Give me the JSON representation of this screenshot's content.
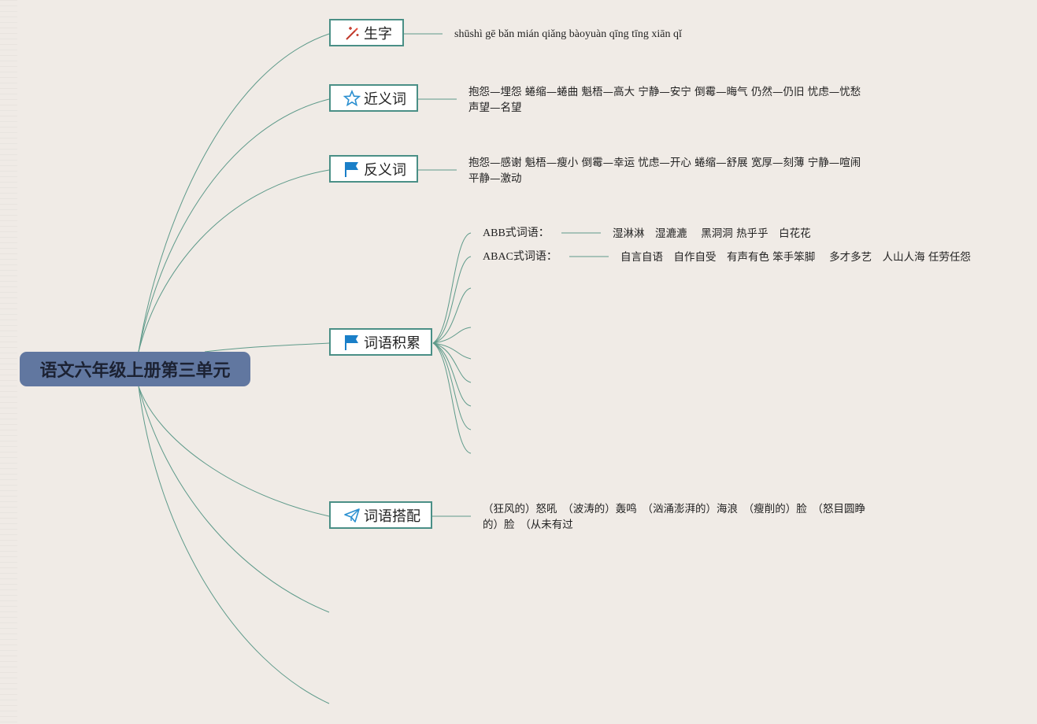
{
  "root": {
    "title": "语文六年级上册第三单元"
  },
  "branches": [
    {
      "label": "生字",
      "icon": "magic-wand-icon",
      "content": "shūshì gē bǎn mián qiǎng bàoyuàn qīng tīng xiān qǐ"
    },
    {
      "label": "近义词",
      "icon": "star-icon",
      "content": "抱怨—埋怨 蜷缩—蜷曲 魁梧—高大 宁静—安宁 倒霉—晦气 仍然—仍旧 忧虑—忧愁 声望—名望"
    },
    {
      "label": "反义词",
      "icon": "flag-icon",
      "content": "抱怨—感谢 魁梧—瘦小 倒霉—幸运 忧虑—开心 蜷缩—舒展 宽厚—刻薄 宁静—喧闹 平静—激动"
    },
    {
      "label": "词语积累",
      "icon": "flag-icon",
      "subitems": [
        {
          "label": "ABB式词语：",
          "content": "湿淋淋　湿漉漉　 黑洞洞 热乎乎　白花花"
        },
        {
          "label": "ABAC式词语：",
          "content": "自言自语　自作自受　有声有色 笨手笨脚　 多才多艺　人山人海 任劳任怨"
        }
      ]
    },
    {
      "label": "词语搭配",
      "icon": "paper-plane-icon",
      "content": "（狂风的）怒吼　（波涛的）轰鸣　（汹涌澎湃的）海浪　（瘦削的）脸　（怒目圆睁的）脸　（从未有过"
    }
  ],
  "colors": {
    "line": "#5e9a8a",
    "root_bg": "#6177a0",
    "branch_border": "#4a8f86",
    "background": "#f0ebe6"
  }
}
